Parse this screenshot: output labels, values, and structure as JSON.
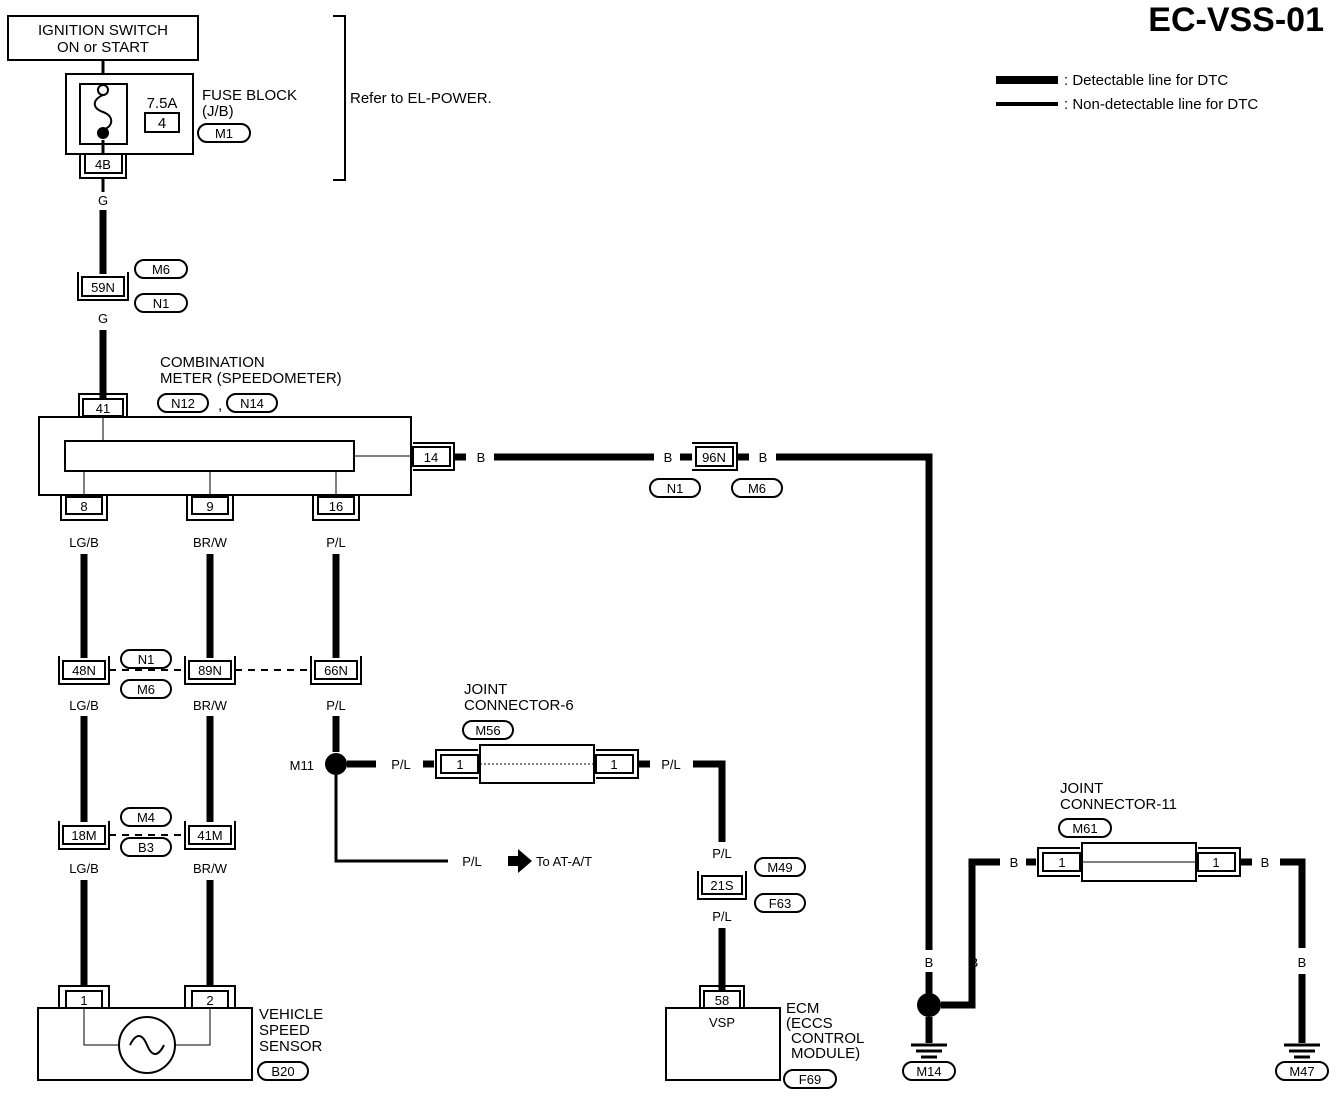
{
  "page_id": "EC-VSS-01",
  "legend": {
    "detectable": ": Detectable line for DTC",
    "non_detectable": ": Non-detectable line for DTC"
  },
  "power": {
    "ignition_line1": "IGNITION SWITCH",
    "ignition_line2": "ON or START",
    "fuse_rating": "7.5A",
    "fuse_number": "4",
    "fuse_block_line1": "FUSE BLOCK",
    "fuse_block_line2": "(J/B)",
    "fuse_conn": "M1",
    "fuse_pin": "4B",
    "refer_note": "Refer to EL-POWER."
  },
  "wire_colors": {
    "g": "G",
    "lgb": "LG/B",
    "brw": "BR/W",
    "pl": "P/L",
    "b": "B"
  },
  "connectors": {
    "c59n": "59N",
    "m6": "M6",
    "n1": "N1",
    "p41": "41",
    "p14": "14",
    "c96n": "96N",
    "p8": "8",
    "p9": "9",
    "p16": "16",
    "c48n": "48N",
    "c89n": "89N",
    "c66n": "66N",
    "c18m": "18M",
    "c41m": "41M",
    "m4": "M4",
    "b3": "B3",
    "p1": "1",
    "p2": "2",
    "c21s": "21S",
    "m49": "M49",
    "f63": "F63",
    "p58": "58",
    "m14": "M14",
    "m47": "M47",
    "m56": "M56",
    "m61": "M61",
    "m11": "M11"
  },
  "meter": {
    "line1": "COMBINATION",
    "line2": "METER (SPEEDOMETER)",
    "conn1": "N12",
    "sep": ",",
    "conn2": "N14"
  },
  "joint6": {
    "line1": "JOINT",
    "line2": "CONNECTOR-6",
    "pin": "1"
  },
  "joint11": {
    "line1": "JOINT",
    "line2": "CONNECTOR-11",
    "pin": "1"
  },
  "to_ai_at": "To AT-A/T",
  "sensor": {
    "line1": "VEHICLE",
    "line2": "SPEED",
    "line3": "SENSOR",
    "conn": "B20"
  },
  "ecm": {
    "vsp": "VSP",
    "line1": "ECM",
    "line2": "(ECCS",
    "line3": "CONTROL",
    "line4": "MODULE)",
    "conn": "F69"
  }
}
